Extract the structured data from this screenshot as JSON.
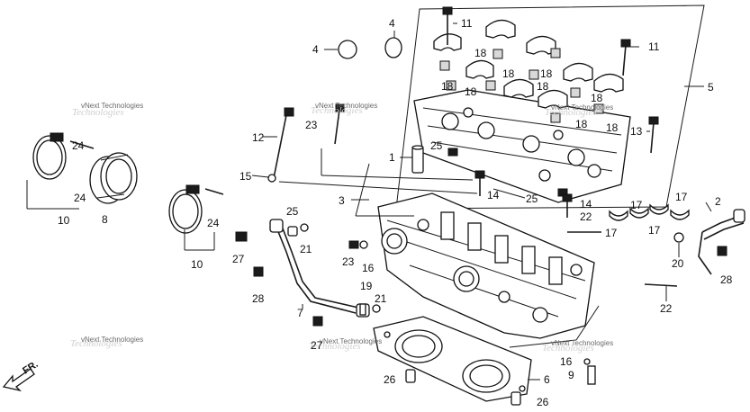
{
  "watermark": {
    "text": "vNext Technologies",
    "ghost": "Technologies"
  },
  "direction": {
    "label": "FR."
  },
  "callouts": {
    "c1": "1",
    "c2": "2",
    "c3": "3",
    "c4a": "4",
    "c4b": "4",
    "c5": "5",
    "c6": "6",
    "c7": "7",
    "c8": "8",
    "c9": "9",
    "c10a": "10",
    "c10b": "10",
    "c11a": "11",
    "c11b": "11",
    "c12": "12",
    "c13": "13",
    "c14a": "14",
    "c14b": "14",
    "c15": "15",
    "c16a": "16",
    "c16b": "16",
    "c17a": "17",
    "c17b": "17",
    "c17c": "17",
    "c18a": "18",
    "c18b": "18",
    "c18c": "18",
    "c18d": "18",
    "c18e": "18",
    "c18f": "18",
    "c18g": "18",
    "c18h": "18",
    "c18i": "18",
    "c19": "19",
    "c20": "20",
    "c21a": "21",
    "c21b": "21",
    "c22a": "22",
    "c22b": "22",
    "c23a": "23",
    "c23b": "23",
    "c24a": "24",
    "c24b": "24",
    "c25a": "25",
    "c25b": "25",
    "c25c": "25",
    "c26a": "26",
    "c26b": "26",
    "c27a": "27",
    "c27b": "27",
    "c28a": "28",
    "c28b": "28"
  }
}
